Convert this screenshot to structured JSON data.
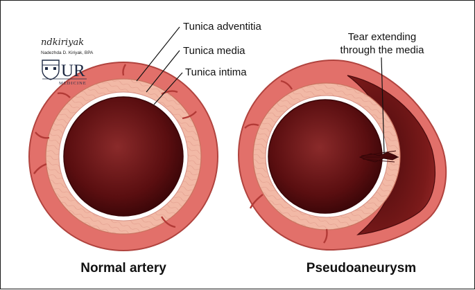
{
  "labels": {
    "adventitia": "Tunica adventitia",
    "media": "Tunica media",
    "intima": "Tunica intima",
    "tear_line1": "Tear extending",
    "tear_line2": "through the media"
  },
  "titles": {
    "normal": "Normal artery",
    "pseudo": "Pseudoaneurysm"
  },
  "credit": {
    "signature": "ndkiriyak",
    "name": "Nadezhda D. Kiriyak, BPA",
    "logo_letters": "UR",
    "logo_sub": "MEDICINE"
  },
  "colors": {
    "adventitia": "#e2706a",
    "media": "#f2b9a6",
    "intima": "#ffffff",
    "lumen": "#5a0e10",
    "outline": "#7a1e1e",
    "hematoma": "#6a1214"
  }
}
